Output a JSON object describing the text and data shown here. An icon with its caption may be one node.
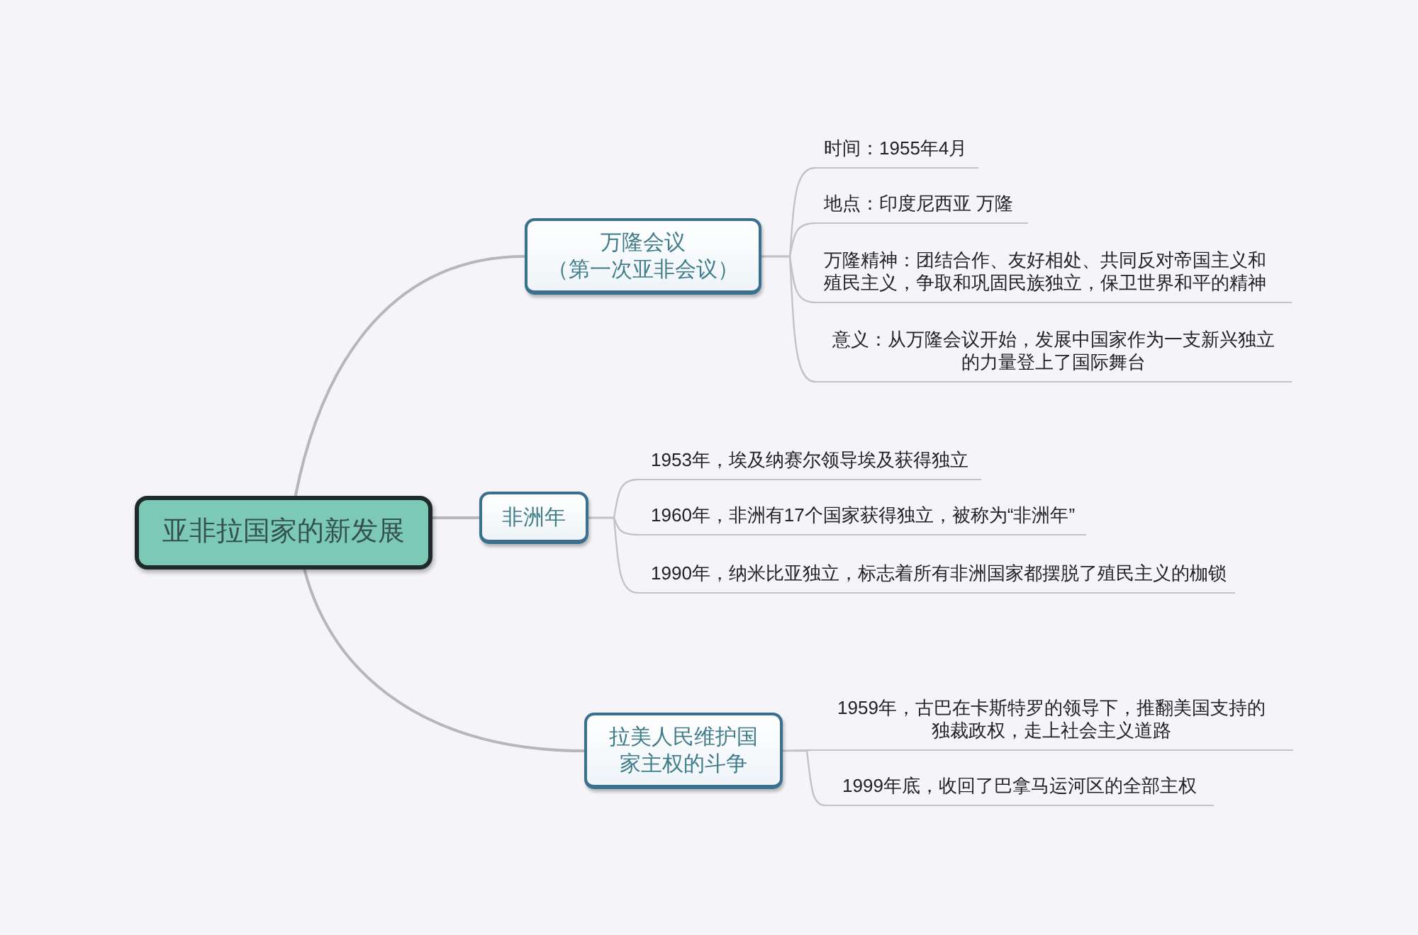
{
  "diagram": {
    "nodes": [
      {
        "text": [
          "亚非拉国家的新发展"
        ]
      },
      {
        "text": [
          "万隆会议",
          "（第一次亚非会议）"
        ]
      },
      {
        "text": [
          "非洲年"
        ]
      },
      {
        "text": [
          "拉美人民维护国家主权的斗争"
        ]
      },
      {
        "text": [
          "时间：1955年4月"
        ]
      },
      {
        "text": [
          "地点：印度尼西亚 万隆"
        ]
      },
      {
        "text": [
          "万隆精神：团结合作、友好相处、共同反对帝国主义和殖民主义，争取和巩固民族独立，保卫世界和平的精神"
        ]
      },
      {
        "text": [
          "意义：从万隆会议开始，发展中国家作为一支新兴独立的力量登上了国际舞台"
        ]
      },
      {
        "text": [
          "1953年，埃及纳赛尔领导埃及获得独立"
        ]
      },
      {
        "text": [
          "1960年，非洲有17个国家获得独立，被称为“非洲年”"
        ]
      },
      {
        "text": [
          "1990年，纳米比亚独立，标志着所有非洲国家都摆脱了殖民主义的枷锁"
        ]
      },
      {
        "text": [
          "1959年，古巴在卡斯特罗的领导下，推翻美国支持的独裁政权，走上社会主义道路"
        ]
      },
      {
        "text": [
          "1999年底，收回了巴拿马运河区的全部主权"
        ]
      }
    ],
    "edges": [
      {
        "from": 0,
        "to": 1,
        "arrow": "none"
      },
      {
        "from": 0,
        "to": 2,
        "arrow": "none"
      },
      {
        "from": 0,
        "to": 3,
        "arrow": "none"
      },
      {
        "from": 1,
        "to": 4,
        "arrow": "none"
      },
      {
        "from": 1,
        "to": 5,
        "arrow": "none"
      },
      {
        "from": 1,
        "to": 6,
        "arrow": "none"
      },
      {
        "from": 1,
        "to": 7,
        "arrow": "none"
      },
      {
        "from": 2,
        "to": 8,
        "arrow": "none"
      },
      {
        "from": 2,
        "to": 9,
        "arrow": "none"
      },
      {
        "from": 2,
        "to": 10,
        "arrow": "none"
      },
      {
        "from": 3,
        "to": 11,
        "arrow": "none"
      },
      {
        "from": 3,
        "to": 12,
        "arrow": "none"
      }
    ]
  }
}
